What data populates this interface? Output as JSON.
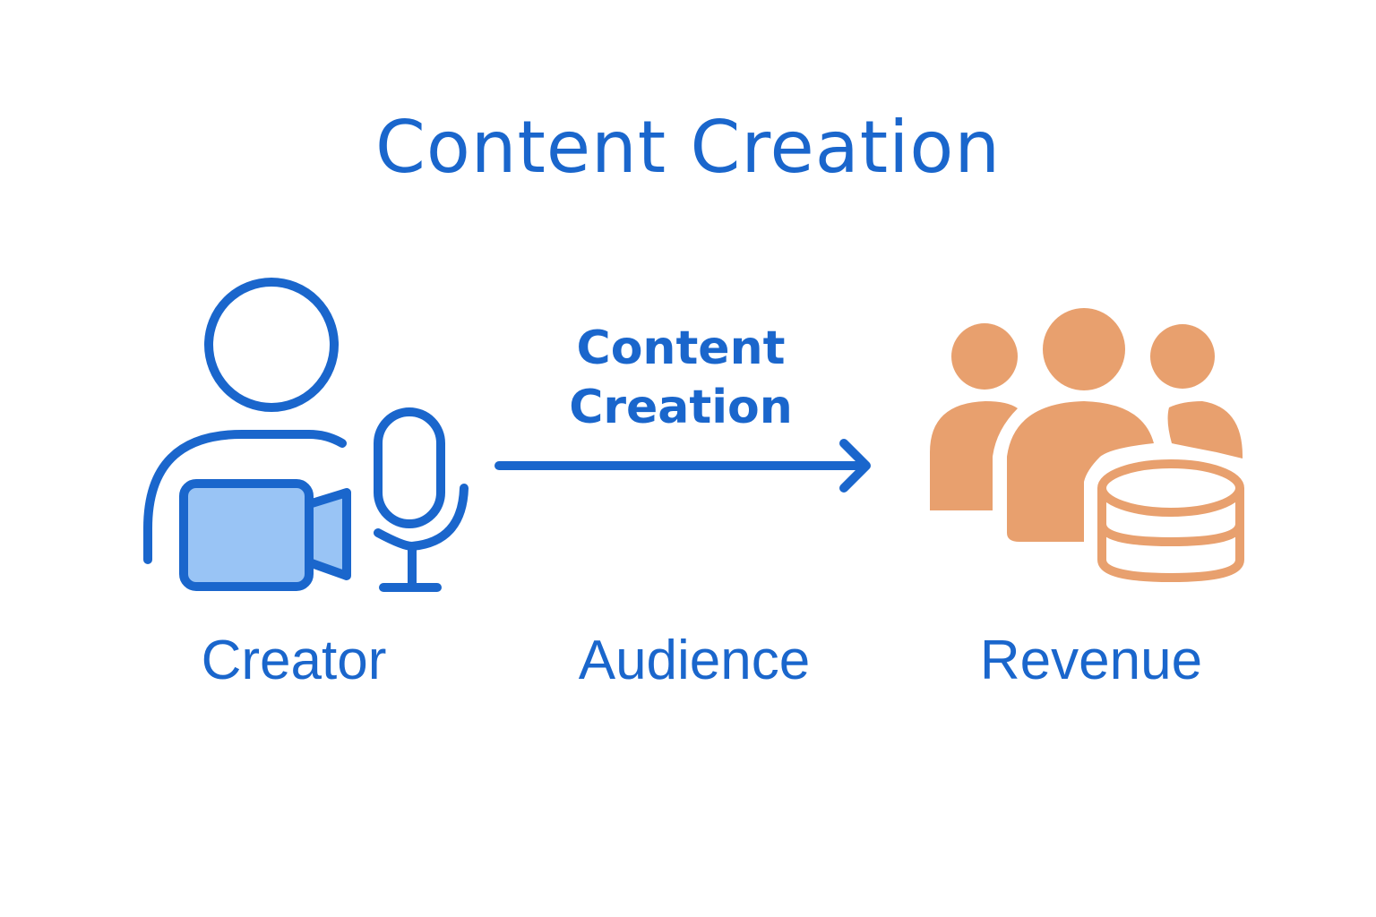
{
  "title": "Content Creation",
  "flow": {
    "arrow_label_line1": "Content",
    "arrow_label_line2": "Creation"
  },
  "nodes": [
    {
      "label": "Creator",
      "icon": "creator-with-camera-and-mic-icon"
    },
    {
      "label": "Audience",
      "icon": "arrow-right-icon"
    },
    {
      "label": "Revenue",
      "icon": "group-with-coins-icon"
    }
  ],
  "colors": {
    "primary_blue": "#1a66cc",
    "light_blue_fill": "#99c4f5",
    "orange": "#e8a06e",
    "background": "#ffffff"
  }
}
